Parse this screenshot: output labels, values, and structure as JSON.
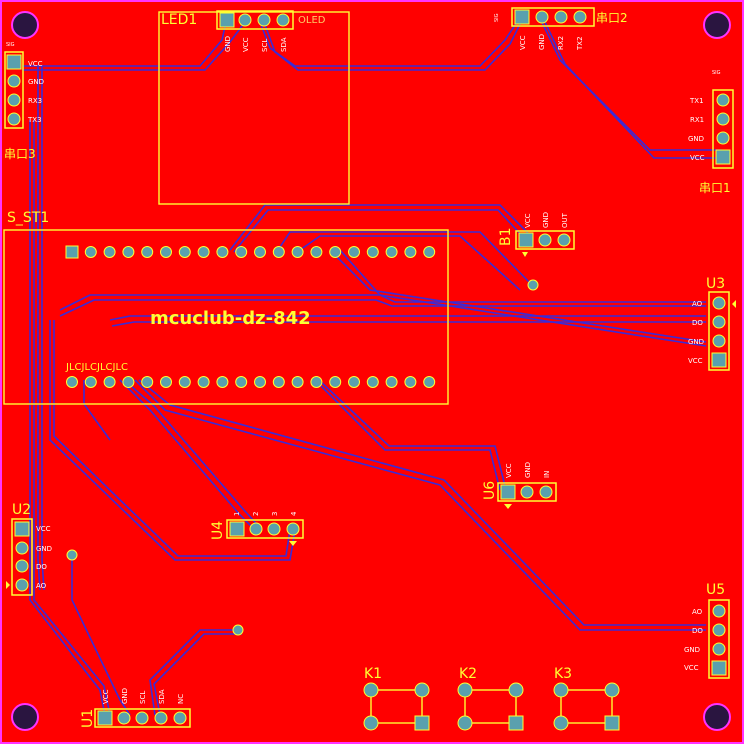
{
  "board": {
    "title": "mcuclub-dz-842",
    "bg": "#ff0000",
    "silk": "#ffff33",
    "trace": "#3333ff",
    "pad": "#5aa0ae",
    "outline": "#ff33ff"
  },
  "labels": {
    "led1": "LED1",
    "oled": "OLED",
    "chuan2": "串口2",
    "chuan3": "串口3",
    "chuan1": "串口1",
    "s_st1": "S_ST1",
    "b1": "B1",
    "u3": "U3",
    "u2": "U2",
    "u4": "U4",
    "u6": "U6",
    "u5": "U5",
    "u1": "U1",
    "k1": "K1",
    "k2": "K2",
    "k3": "K3",
    "jlc": "JLCJLCJLCJLC"
  },
  "pins": {
    "led1": [
      "GND",
      "VCC",
      "SCL",
      "SDA"
    ],
    "chuan2": [
      "VCC",
      "GND",
      "RX2",
      "TX2"
    ],
    "chuan3": [
      "VCC",
      "GND",
      "RX3",
      "TX3"
    ],
    "chuan1": [
      "TX1",
      "RX1",
      "GND",
      "VCC"
    ],
    "b1": [
      "VCC",
      "GND",
      "OUT"
    ],
    "u3": [
      "AO",
      "DO",
      "GND",
      "VCC"
    ],
    "u2": [
      "VCC",
      "GND",
      "DO",
      "AO"
    ],
    "u4": [
      "1",
      "2",
      "3",
      "4"
    ],
    "u6": [
      "VCC",
      "GND",
      "IN"
    ],
    "u5": [
      "AO",
      "DO",
      "GND",
      "VCC"
    ],
    "u1": [
      "VCC",
      "GND",
      "SCL",
      "SDA",
      "NC"
    ]
  },
  "tiny": {
    "sig": "SIG"
  }
}
